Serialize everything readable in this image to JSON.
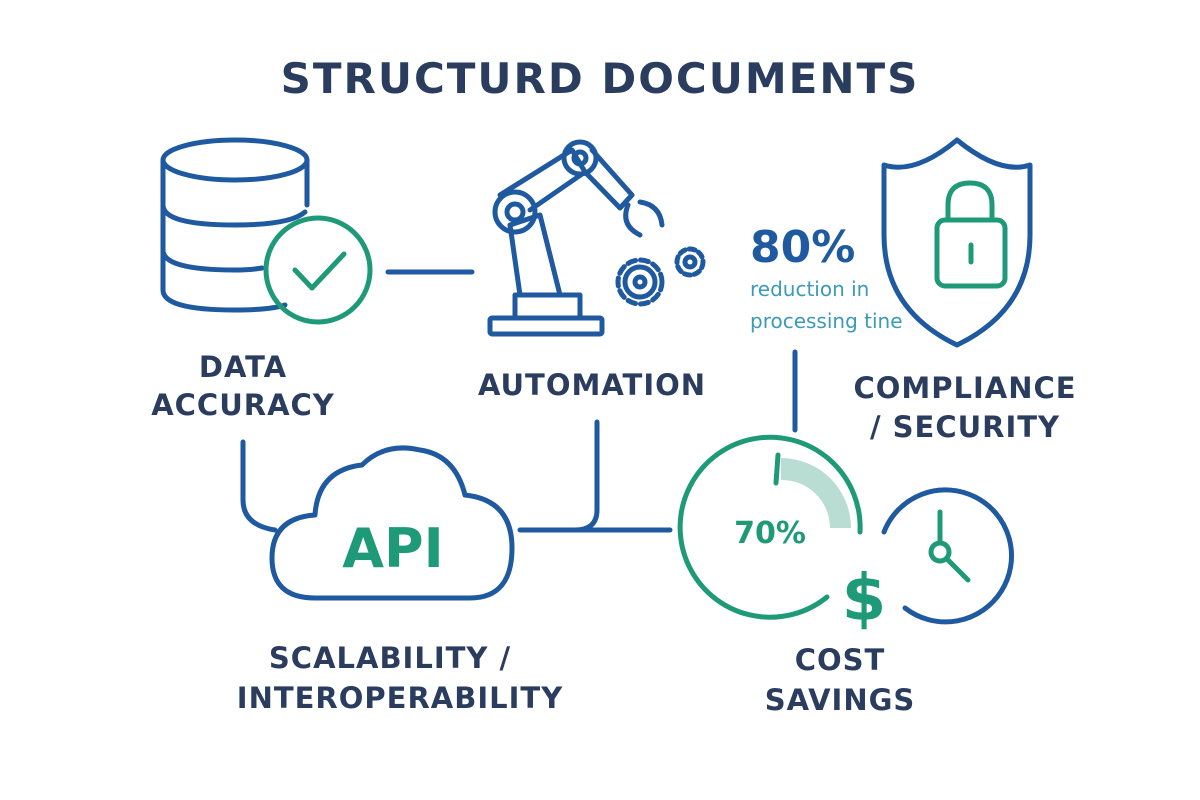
{
  "title": "STRUCTURD DOCUMENTS",
  "nodes": {
    "data_accuracy": {
      "line1": "DATA",
      "line2": "ACCURACY"
    },
    "automation": {
      "label": "AUTOMATION"
    },
    "compliance": {
      "line1": "COMPLIANCE",
      "line2": "/ SECURITY"
    },
    "scalability": {
      "line1": "SCALABILITY /",
      "line2": "INTEROPERABILITY",
      "cloud_text": "API"
    },
    "cost_savings": {
      "line1": "COST",
      "line2": "SAVINGS",
      "gauge_text": "70%",
      "gauge_value": 70,
      "currency_symbol": "$"
    }
  },
  "stat": {
    "value": "80%",
    "line1": "reduction in",
    "line2": "processing tine"
  },
  "colors": {
    "text": "#2b3d5e",
    "blue": "#1f5aa0",
    "green": "#1e9a78",
    "teal": "#3a9ab8",
    "light_green": "#b9ddd3"
  }
}
